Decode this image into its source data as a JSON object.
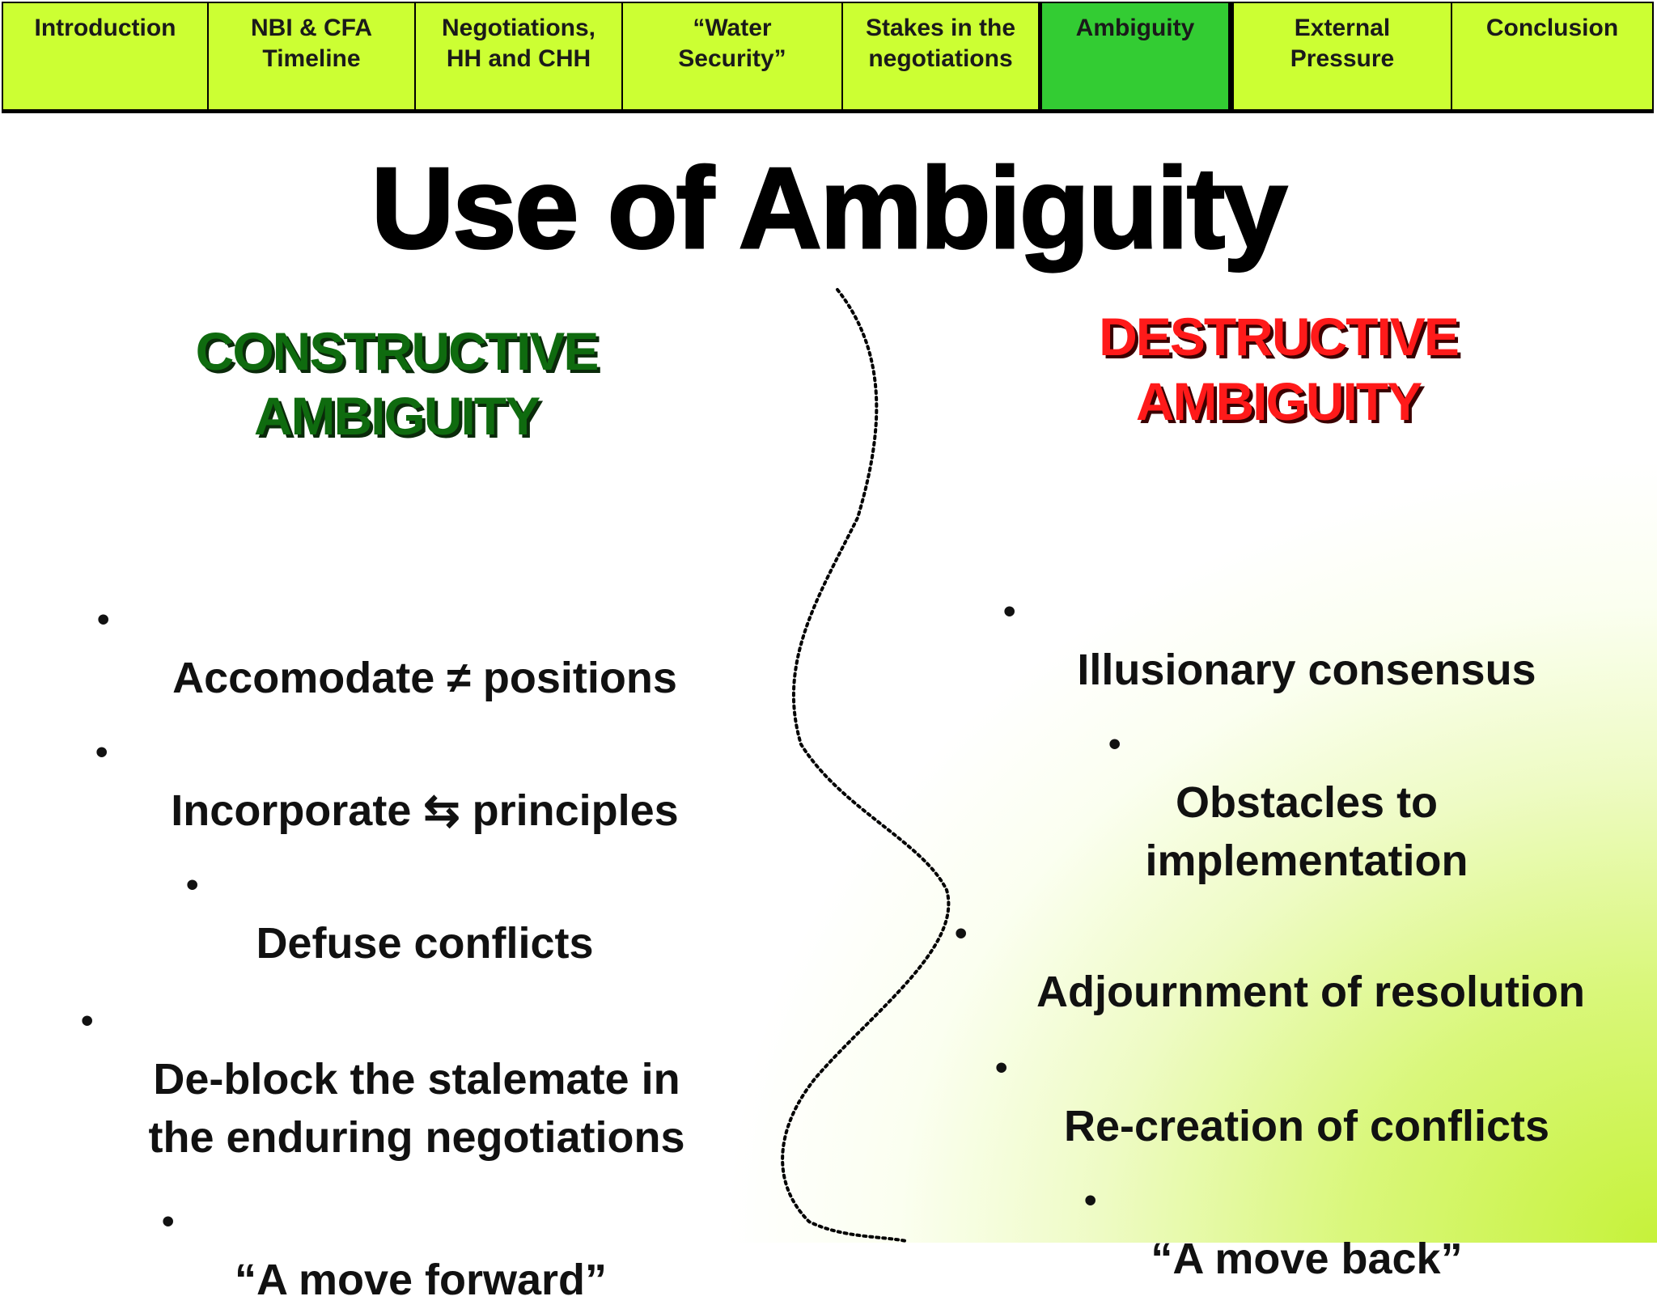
{
  "nav": {
    "tabs": [
      {
        "label": "Introduction",
        "active": false
      },
      {
        "label": "NBI & CFA\nTimeline",
        "active": false
      },
      {
        "label": "Negotiations,\nHH and CHH",
        "active": false
      },
      {
        "label": "“Water\nSecurity”",
        "active": false
      },
      {
        "label": "Stakes in the\nnegotiations",
        "active": false
      },
      {
        "label": "Ambiguity",
        "active": true
      },
      {
        "label": "External\nPressure",
        "active": false
      },
      {
        "label": "Conclusion",
        "active": false
      }
    ],
    "colors": {
      "tab": "#ccff33",
      "active_tab": "#33cc33"
    }
  },
  "title": "Use of Ambiguity",
  "constructive": {
    "heading": "CONSTRUCTIVE\n  AMBIGUITY",
    "color": "#0f6b0f",
    "bullets": [
      "Accomodate ≠ positions",
      "Incorporate ⇆ principles",
      "Defuse conflicts",
      "De-block the stalemate in\nthe enduring negotiations",
      "“A move forward”"
    ]
  },
  "destructive": {
    "heading": "DESTRUCTIVE\n  AMBIGUITY",
    "color": "#ff1a1a",
    "bullets": [
      "Illusionary consensus",
      "Obstacles to\nimplementation",
      "Adjournment of resolution",
      "Re-creation of conflicts",
      "“A move back”"
    ]
  },
  "bullet_glyph": "•"
}
